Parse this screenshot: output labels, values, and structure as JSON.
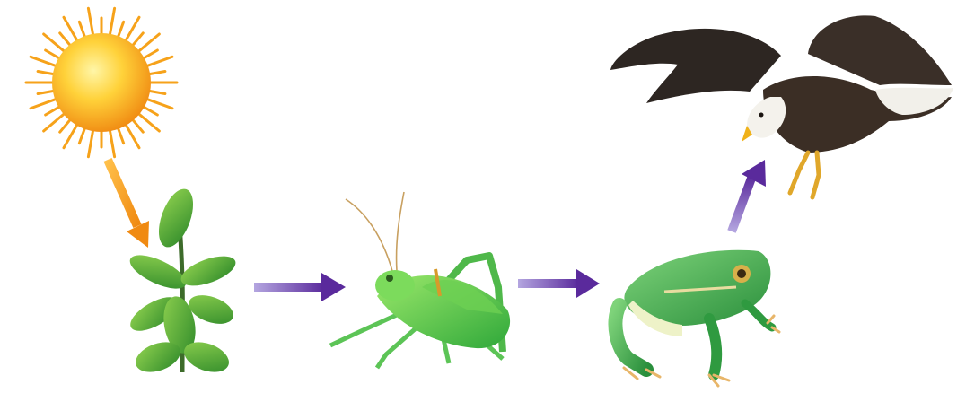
{
  "diagram": {
    "type": "food-chain",
    "nodes": [
      {
        "id": "sun",
        "icon": "sun-icon"
      },
      {
        "id": "plant",
        "icon": "plant-icon"
      },
      {
        "id": "grasshopper",
        "icon": "grasshopper-icon"
      },
      {
        "id": "frog",
        "icon": "frog-icon"
      },
      {
        "id": "eagle",
        "icon": "eagle-icon"
      }
    ],
    "edges": [
      {
        "from": "sun",
        "to": "plant",
        "color": "#f39a1e"
      },
      {
        "from": "plant",
        "to": "grasshopper",
        "color": "#6a35a8"
      },
      {
        "from": "grasshopper",
        "to": "frog",
        "color": "#6a35a8"
      },
      {
        "from": "frog",
        "to": "eagle",
        "color": "#6a35a8"
      }
    ]
  }
}
